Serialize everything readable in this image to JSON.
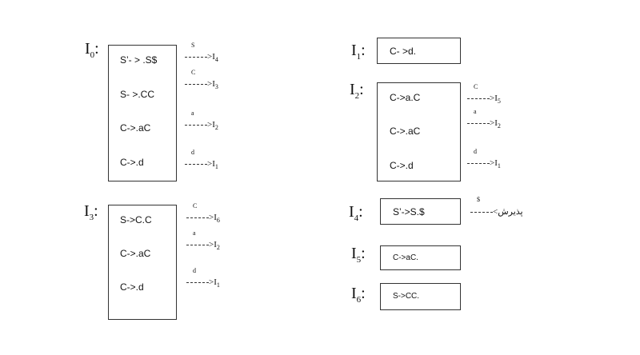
{
  "states": [
    {
      "id": "I0",
      "name": "I",
      "sub": "0",
      "items": [
        "S’- > .S$",
        "S- >.CC",
        "C->.aC",
        "C->.d"
      ],
      "transitions": [
        {
          "symbol": "S",
          "target": "I",
          "target_sub": "4"
        },
        {
          "symbol": "C",
          "target": "I",
          "target_sub": "3"
        },
        {
          "symbol": "a",
          "target": "I",
          "target_sub": "2"
        },
        {
          "symbol": "d",
          "target": "I",
          "target_sub": "1"
        }
      ]
    },
    {
      "id": "I1",
      "name": "I",
      "sub": "1",
      "items": [
        "C- >d."
      ],
      "transitions": []
    },
    {
      "id": "I2",
      "name": "I",
      "sub": "2",
      "items": [
        "C->a.C",
        "C->.aC",
        "C->.d"
      ],
      "transitions": [
        {
          "symbol": "C",
          "target": "I",
          "target_sub": "5"
        },
        {
          "symbol": "a",
          "target": "I",
          "target_sub": "2"
        },
        {
          "symbol": "d",
          "target": "I",
          "target_sub": "1"
        }
      ]
    },
    {
      "id": "I3",
      "name": "I",
      "sub": "3",
      "items": [
        "S->C.C",
        "C->.aC",
        "C->.d"
      ],
      "transitions": [
        {
          "symbol": "C",
          "target": "I",
          "target_sub": "6"
        },
        {
          "symbol": "a",
          "target": "I",
          "target_sub": "2"
        },
        {
          "symbol": "d",
          "target": "I",
          "target_sub": "1"
        }
      ]
    },
    {
      "id": "I4",
      "name": "I",
      "sub": "4",
      "items": [
        "S’->S.$"
      ],
      "transitions": [
        {
          "symbol": "$",
          "target": "پذیرش",
          "target_sub": ""
        }
      ]
    },
    {
      "id": "I5",
      "name": "I",
      "sub": "5",
      "items": [
        "C->aC."
      ],
      "transitions": []
    },
    {
      "id": "I6",
      "name": "I",
      "sub": "6",
      "items": [
        "S->CC."
      ],
      "transitions": []
    }
  ]
}
